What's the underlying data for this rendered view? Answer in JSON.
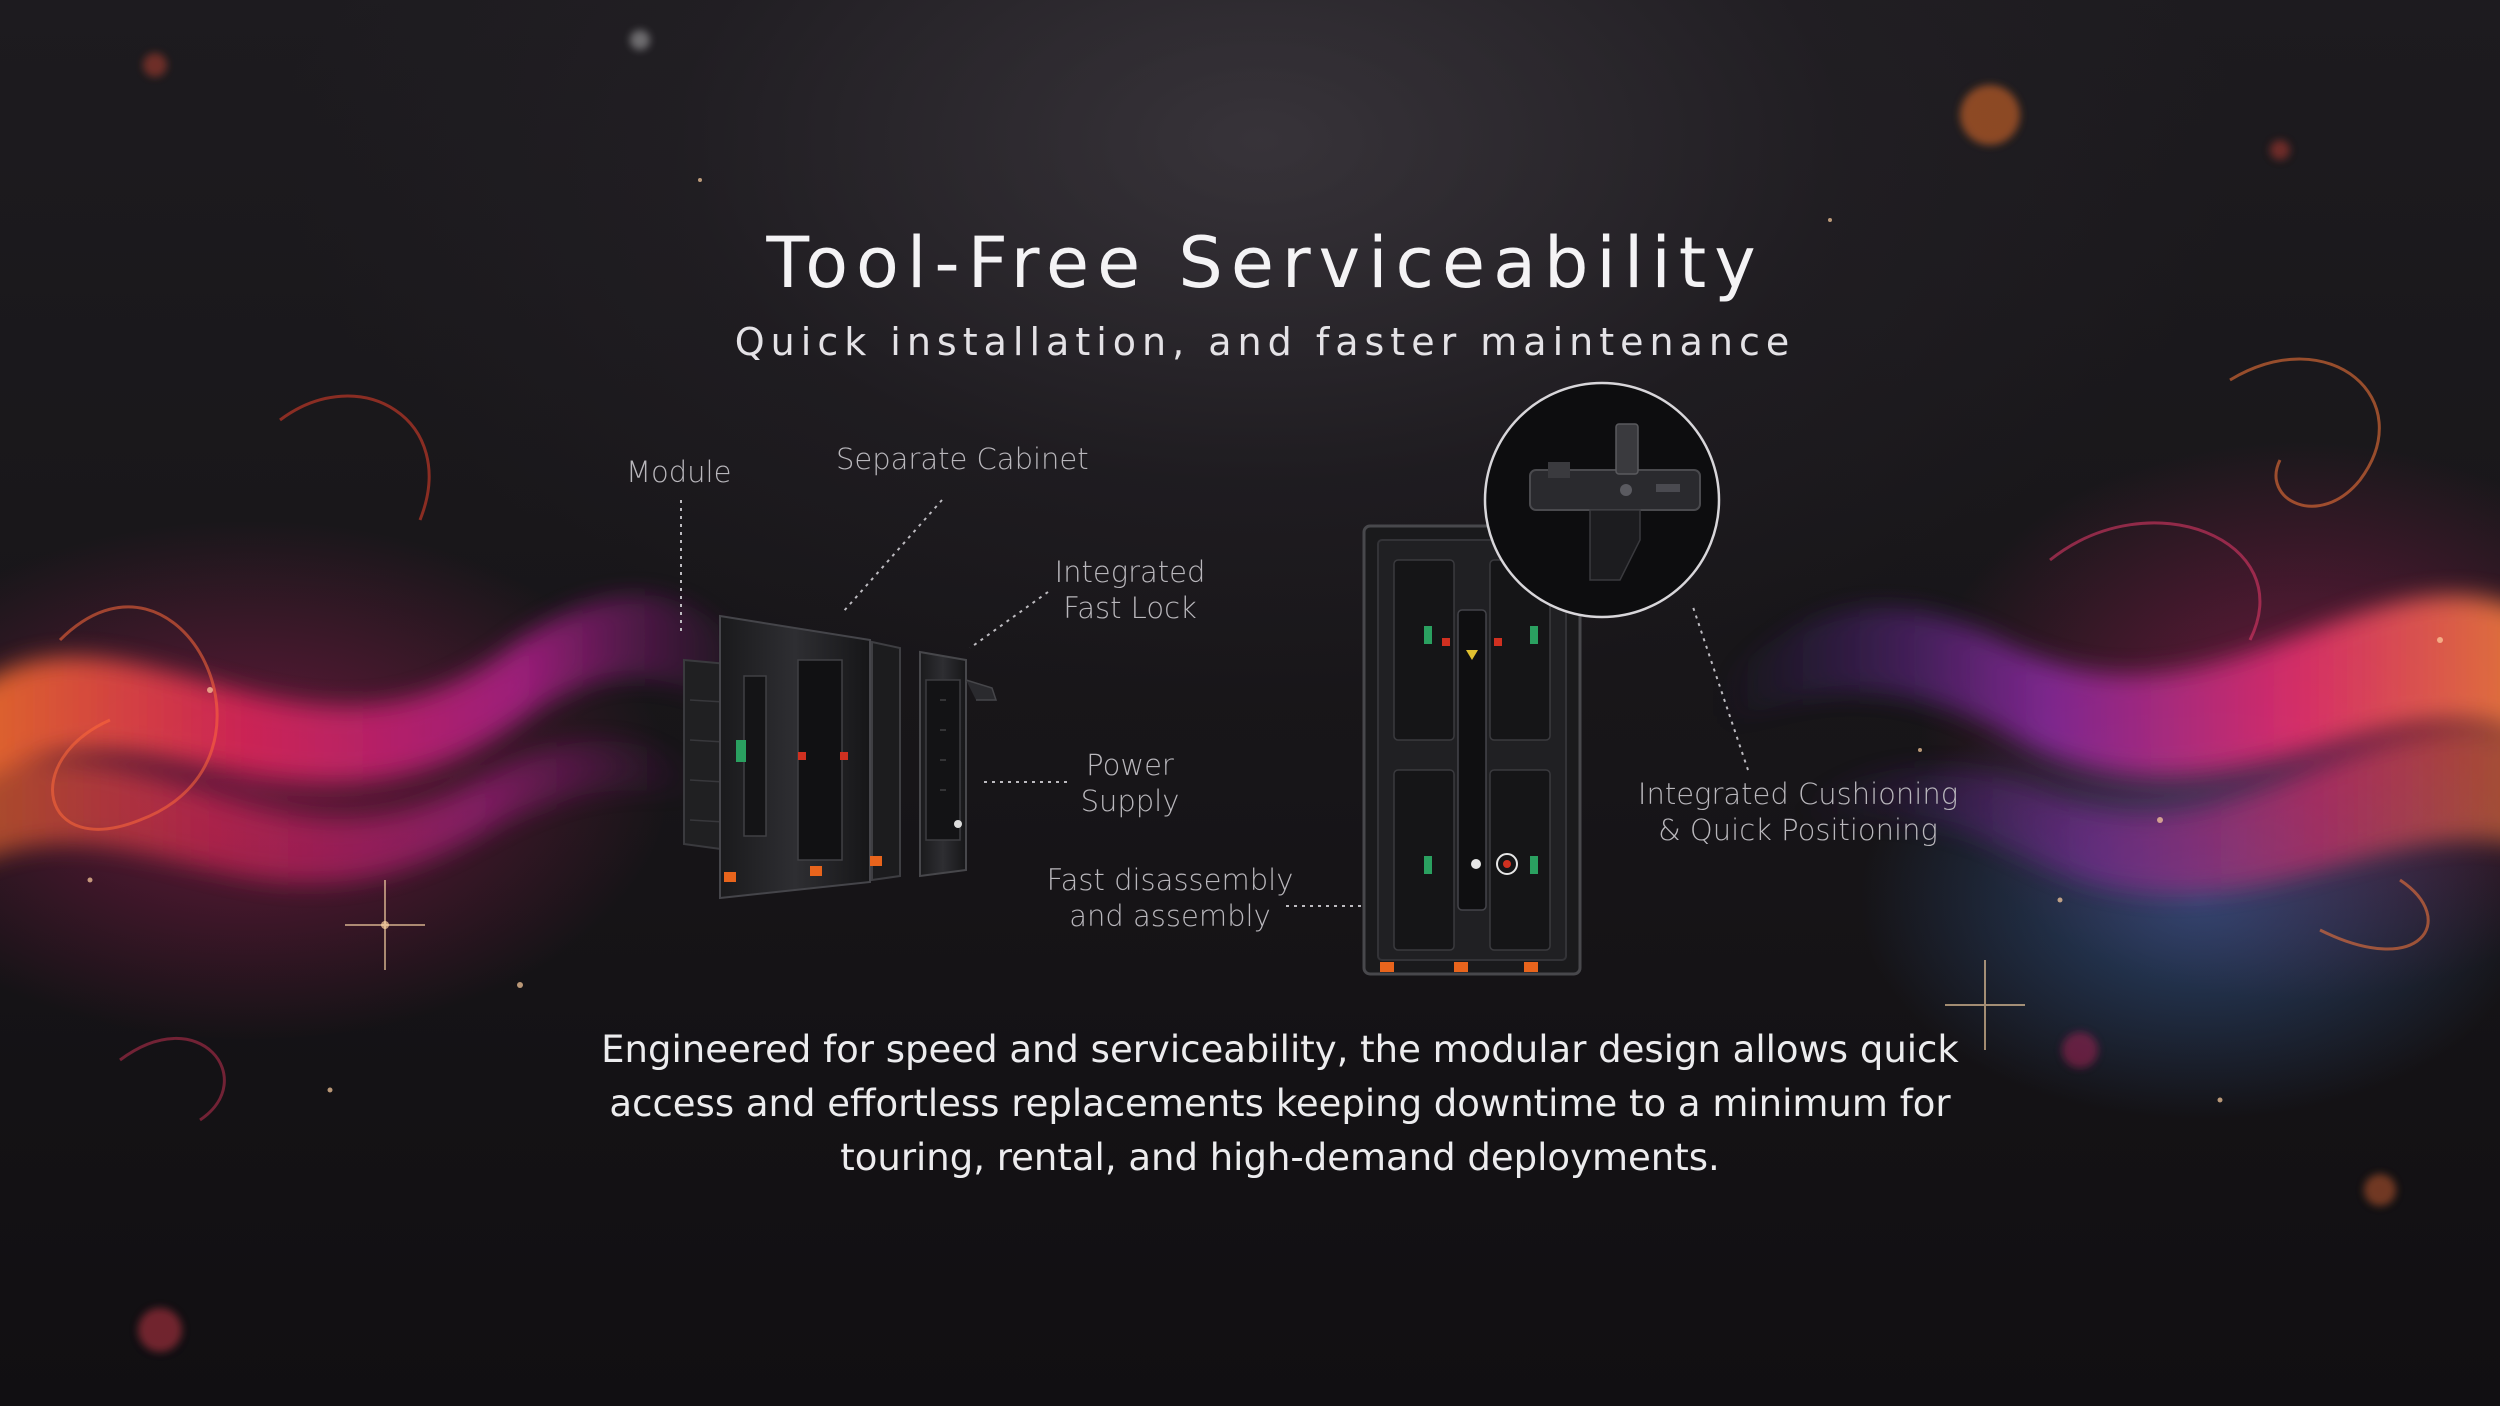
{
  "slide": {
    "title": "Tool-Free Serviceability",
    "subtitle": "Quick installation, and faster maintenance",
    "body": "Engineered for speed and serviceability, the modular design allows quick access and effortless replacements keeping downtime to a minimum for touring, rental, and high-demand deployments."
  },
  "callouts": {
    "module": "Module",
    "separate_cabinet": "Separate Cabinet",
    "fast_lock_line1": "Integrated",
    "fast_lock_line2": "Fast Lock",
    "power_line1": "Power",
    "power_line2": "Supply",
    "assembly_line1": "Fast disassembly",
    "assembly_line2": "and assembly",
    "cushion_line1": "Integrated Cushioning",
    "cushion_line2": "& Quick Positioning"
  },
  "colors": {
    "background": "#141215",
    "text": "#ffffff",
    "callout_text": "#b9b7bc",
    "accent_orange": "#e8641c",
    "accent_magenta": "#c2185b"
  },
  "icons": {
    "exploded_cabinet": "exploded-cabinet-illustration",
    "assembled_cabinet": "cabinet-rear-illustration",
    "lock_detail": "fast-lock-detail-magnifier"
  }
}
